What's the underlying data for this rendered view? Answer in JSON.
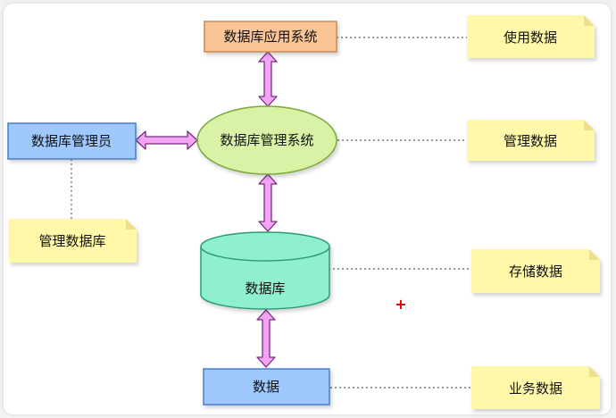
{
  "nodes": {
    "app_system": "数据库应用系统",
    "dbms": "数据库管理系统",
    "dba": "数据库管理员",
    "database": "数据库",
    "data": "数据"
  },
  "notes": {
    "use_data": "使用数据",
    "manage_data": "管理数据",
    "manage_db": "管理数据库",
    "store_data": "存储数据",
    "business_data": "业务数据"
  },
  "marks": {
    "cursor": "+"
  },
  "colors": {
    "app_fill": "#f9c596",
    "app_stroke": "#c98a5a",
    "dbms_fill": "#d9f2a6",
    "dbms_stroke": "#7aa83a",
    "dba_fill": "#9fc8ff",
    "dba_stroke": "#4a7ec8",
    "db_fill": "#8ff0cf",
    "db_stroke": "#2e9a74",
    "data_fill": "#9fc8ff",
    "data_stroke": "#4a7ec8",
    "note_fill": "#fff8a8",
    "note_fold": "#ede08a",
    "arrow_fill": "#f3a4f5",
    "arrow_stroke": "#7a2c80",
    "cursor": "#e00000"
  }
}
